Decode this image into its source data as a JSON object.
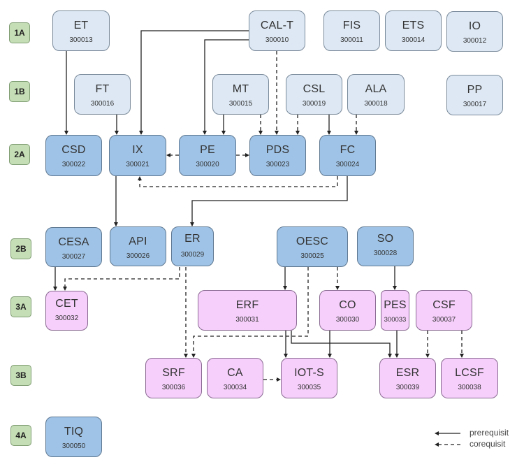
{
  "semesters": [
    {
      "id": "1A",
      "label": "1A"
    },
    {
      "id": "1B",
      "label": "1B"
    },
    {
      "id": "2A",
      "label": "2A"
    },
    {
      "id": "2B",
      "label": "2B"
    },
    {
      "id": "3A",
      "label": "3A"
    },
    {
      "id": "3B",
      "label": "3B"
    },
    {
      "id": "4A",
      "label": "4A"
    }
  ],
  "courses": [
    {
      "code": "ET",
      "number": "300013",
      "semester": "1A"
    },
    {
      "code": "CAL-T",
      "number": "300010",
      "semester": "1A"
    },
    {
      "code": "FIS",
      "number": "300011",
      "semester": "1A"
    },
    {
      "code": "ETS",
      "number": "300014",
      "semester": "1A"
    },
    {
      "code": "IO",
      "number": "300012",
      "semester": "1A"
    },
    {
      "code": "FT",
      "number": "300016",
      "semester": "1B"
    },
    {
      "code": "MT",
      "number": "300015",
      "semester": "1B"
    },
    {
      "code": "CSL",
      "number": "300019",
      "semester": "1B"
    },
    {
      "code": "ALA",
      "number": "300018",
      "semester": "1B"
    },
    {
      "code": "PP",
      "number": "300017",
      "semester": "1B"
    },
    {
      "code": "CSD",
      "number": "300022",
      "semester": "2A"
    },
    {
      "code": "IX",
      "number": "300021",
      "semester": "2A"
    },
    {
      "code": "PE",
      "number": "300020",
      "semester": "2A"
    },
    {
      "code": "PDS",
      "number": "300023",
      "semester": "2A"
    },
    {
      "code": "FC",
      "number": "300024",
      "semester": "2A"
    },
    {
      "code": "CESA",
      "number": "300027",
      "semester": "2B"
    },
    {
      "code": "API",
      "number": "300026",
      "semester": "2B"
    },
    {
      "code": "ER",
      "number": "300029",
      "semester": "2B"
    },
    {
      "code": "OESC",
      "number": "300025",
      "semester": "2B"
    },
    {
      "code": "SO",
      "number": "300028",
      "semester": "2B"
    },
    {
      "code": "CET",
      "number": "300032",
      "semester": "3A"
    },
    {
      "code": "ERF",
      "number": "300031",
      "semester": "3A"
    },
    {
      "code": "CO",
      "number": "300030",
      "semester": "3A"
    },
    {
      "code": "PES",
      "number": "300033",
      "semester": "3A"
    },
    {
      "code": "CSF",
      "number": "300037",
      "semester": "3A"
    },
    {
      "code": "SRF",
      "number": "300036",
      "semester": "3B"
    },
    {
      "code": "CA",
      "number": "300034",
      "semester": "3B"
    },
    {
      "code": "IOT-S",
      "number": "300035",
      "semester": "3B"
    },
    {
      "code": "ESR",
      "number": "300039",
      "semester": "3B"
    },
    {
      "code": "LCSF",
      "number": "300038",
      "semester": "3B"
    },
    {
      "code": "TIQ",
      "number": "300050",
      "semester": "4A"
    }
  ],
  "relations": [
    {
      "from": "ET",
      "to": "CSD",
      "type": "prerequisit"
    },
    {
      "from": "CAL-T",
      "to": "IX",
      "type": "prerequisit"
    },
    {
      "from": "CAL-T",
      "to": "PE",
      "type": "prerequisit"
    },
    {
      "from": "CAL-T",
      "to": "PDS",
      "type": "corequisit"
    },
    {
      "from": "FT",
      "to": "IX",
      "type": "prerequisit"
    },
    {
      "from": "MT",
      "to": "PE",
      "type": "prerequisit"
    },
    {
      "from": "MT",
      "to": "PDS",
      "type": "corequisit"
    },
    {
      "from": "CSL",
      "to": "PDS",
      "type": "corequisit"
    },
    {
      "from": "CSL",
      "to": "FC",
      "type": "prerequisit"
    },
    {
      "from": "ALA",
      "to": "FC",
      "type": "corequisit"
    },
    {
      "from": "PE",
      "to": "IX",
      "type": "corequisit"
    },
    {
      "from": "PE",
      "to": "PDS",
      "type": "corequisit"
    },
    {
      "from": "FC",
      "to": "IX",
      "type": "corequisit"
    },
    {
      "from": "FC",
      "to": "ER",
      "type": "prerequisit"
    },
    {
      "from": "IX",
      "to": "API",
      "type": "prerequisit"
    },
    {
      "from": "CESA",
      "to": "CET",
      "type": "prerequisit"
    },
    {
      "from": "ER",
      "to": "CET",
      "type": "corequisit"
    },
    {
      "from": "ER",
      "to": "SRF",
      "type": "corequisit"
    },
    {
      "from": "OESC",
      "to": "ERF",
      "type": "prerequisit"
    },
    {
      "from": "OESC",
      "to": "CO",
      "type": "corequisit"
    },
    {
      "from": "OESC",
      "to": "SRF",
      "type": "corequisit"
    },
    {
      "from": "SO",
      "to": "PES",
      "type": "prerequisit"
    },
    {
      "from": "ERF",
      "to": "IOT-S",
      "type": "prerequisit"
    },
    {
      "from": "ERF",
      "to": "ESR",
      "type": "prerequisit"
    },
    {
      "from": "CO",
      "to": "IOT-S",
      "type": "prerequisit"
    },
    {
      "from": "PES",
      "to": "ESR",
      "type": "prerequisit"
    },
    {
      "from": "CSF",
      "to": "ESR",
      "type": "corequisit"
    },
    {
      "from": "CSF",
      "to": "LCSF",
      "type": "corequisit"
    },
    {
      "from": "CA",
      "to": "IOT-S",
      "type": "corequisit"
    }
  ],
  "legend": {
    "prerequisite_label": "prerequisit",
    "corequisite_label": "corequisit"
  },
  "colors": {
    "year1_fill": "#dde8f4",
    "year2_fill": "#9fc3e6",
    "year3_fill": "#f6cffb",
    "semester_badge_fill": "#c5deb5",
    "line": "#222222"
  }
}
